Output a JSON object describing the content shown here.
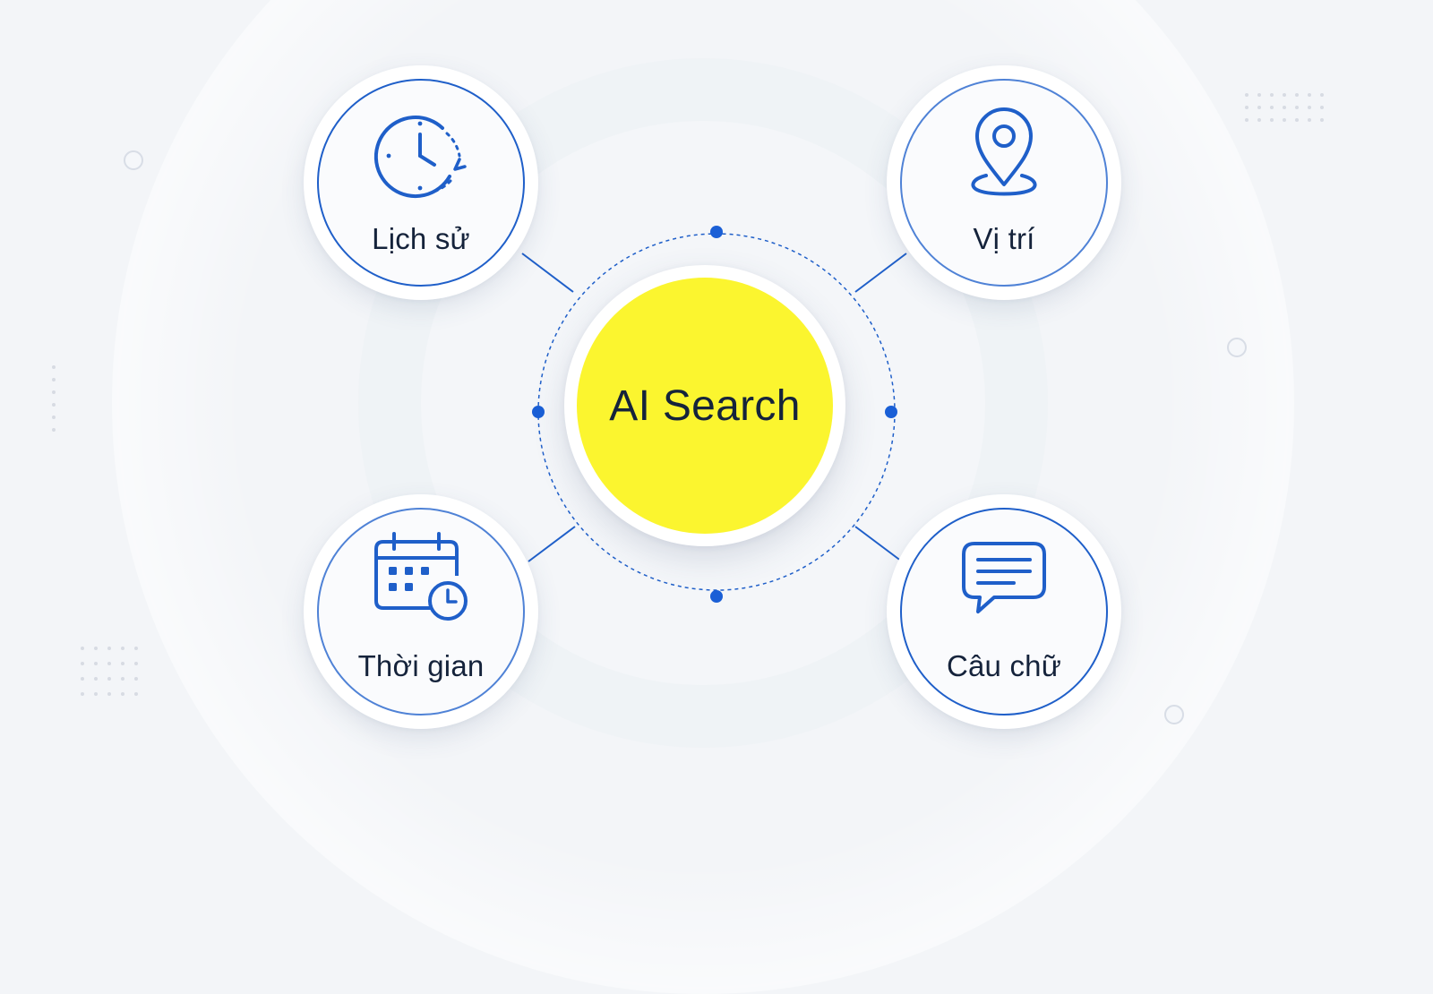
{
  "hub": {
    "label": "AI Search"
  },
  "nodes": [
    {
      "id": "history",
      "label": "Lịch sử",
      "icon": "clock-history-icon"
    },
    {
      "id": "location",
      "label": "Vị trí",
      "icon": "map-pin-icon"
    },
    {
      "id": "time",
      "label": "Thời gian",
      "icon": "calendar-clock-icon"
    },
    {
      "id": "phrase",
      "label": "Câu chữ",
      "icon": "chat-bubble-icon"
    }
  ],
  "colors": {
    "accent": "#1f5fc9",
    "hub_fill": "#fbf52f",
    "text": "#15233b",
    "background": "#f3f5f8"
  }
}
